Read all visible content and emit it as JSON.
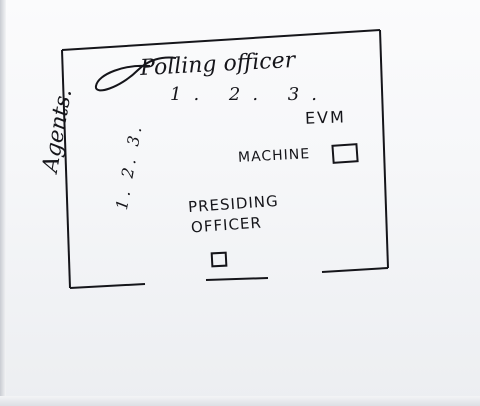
{
  "sketch": {
    "title": "Polling officer",
    "officer_numbers": "1. 2. 3.",
    "evm_label": "EVM",
    "machine_label": "MACHINE",
    "presiding_label": "PRESIDING",
    "officer_label": "OFFICER",
    "agents_label": "Agents.",
    "agent_numbers": "1. 2. 3."
  },
  "colors": {
    "paper": "#f4f5f7",
    "ink": "#15151a"
  }
}
